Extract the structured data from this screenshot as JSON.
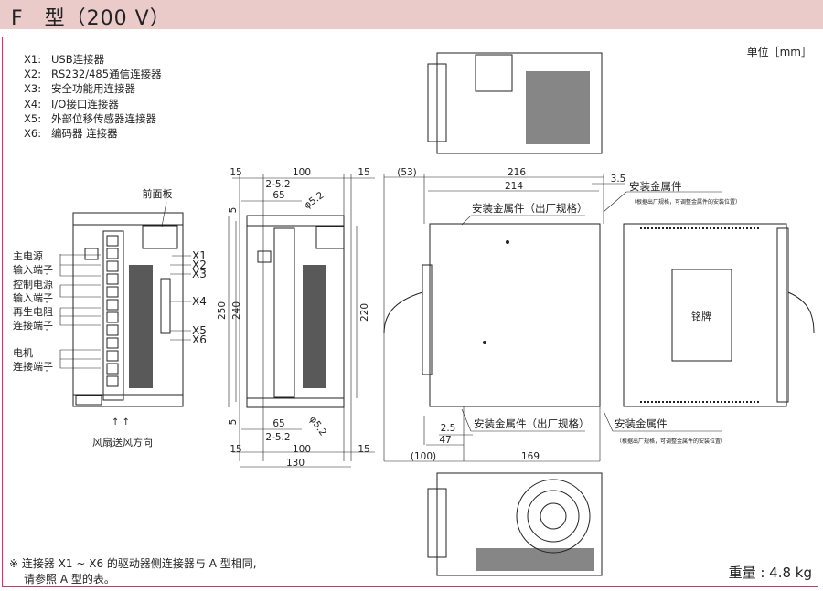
{
  "header": {
    "title": "F　型（200 V）"
  },
  "unit": "单位［mm］",
  "legend": [
    {
      "key": "X1:",
      "label": "USB连接器"
    },
    {
      "key": "X2:",
      "label": "RS232/485通信连接器"
    },
    {
      "key": "X3:",
      "label": "安全功能用连接器"
    },
    {
      "key": "X4:",
      "label": "I/O接口连接器"
    },
    {
      "key": "X5:",
      "label": "外部位移传感器连接器"
    },
    {
      "key": "X6:",
      "label": "编码器 连接器"
    }
  ],
  "front_view": {
    "front_panel": "前面板",
    "terminals": [
      "主电源",
      "输入端子",
      "控制电源",
      "输入端子",
      "再生电阻",
      "连接端子",
      "电机",
      "连接端子"
    ],
    "connectors": [
      "X1",
      "X2",
      "X3",
      "X4",
      "X5",
      "X6"
    ],
    "airflow": "风扇送风方向"
  },
  "mount_view": {
    "dims": {
      "top_l": "15",
      "top_w": "100",
      "top_r": "15",
      "hole": "2-5.2",
      "pitch": "65",
      "dia": "φ5.2",
      "edge": "5",
      "h250": "250",
      "h240": "240",
      "h220": "220",
      "bot_edge": "5",
      "bot_pitch": "65",
      "bot_hole": "2-5.2",
      "bot_dia": "φ5.2",
      "bot_l": "15",
      "bot_w": "100",
      "bot_r": "15",
      "total": "130"
    }
  },
  "side_view": {
    "dims": {
      "d53": "(53)",
      "d216": "216",
      "d214": "214",
      "d35": "3.5",
      "d25": "2.5",
      "d47": "47",
      "d100": "(100)",
      "d169": "169"
    },
    "bracket_factory": "安装金属件（出厂规格）",
    "bracket": "安装金属件",
    "bracket_note": "（根据出厂规格，可调整金属件的安装位置）",
    "nameplate": "铭牌"
  },
  "footer": {
    "note_line1": "※ 连接器 X1 ~ X6 的驱动器侧连接器与 A 型相同,",
    "note_line2": "请参照 A 型的表。",
    "weight": "重量 : 4.8 kg"
  }
}
